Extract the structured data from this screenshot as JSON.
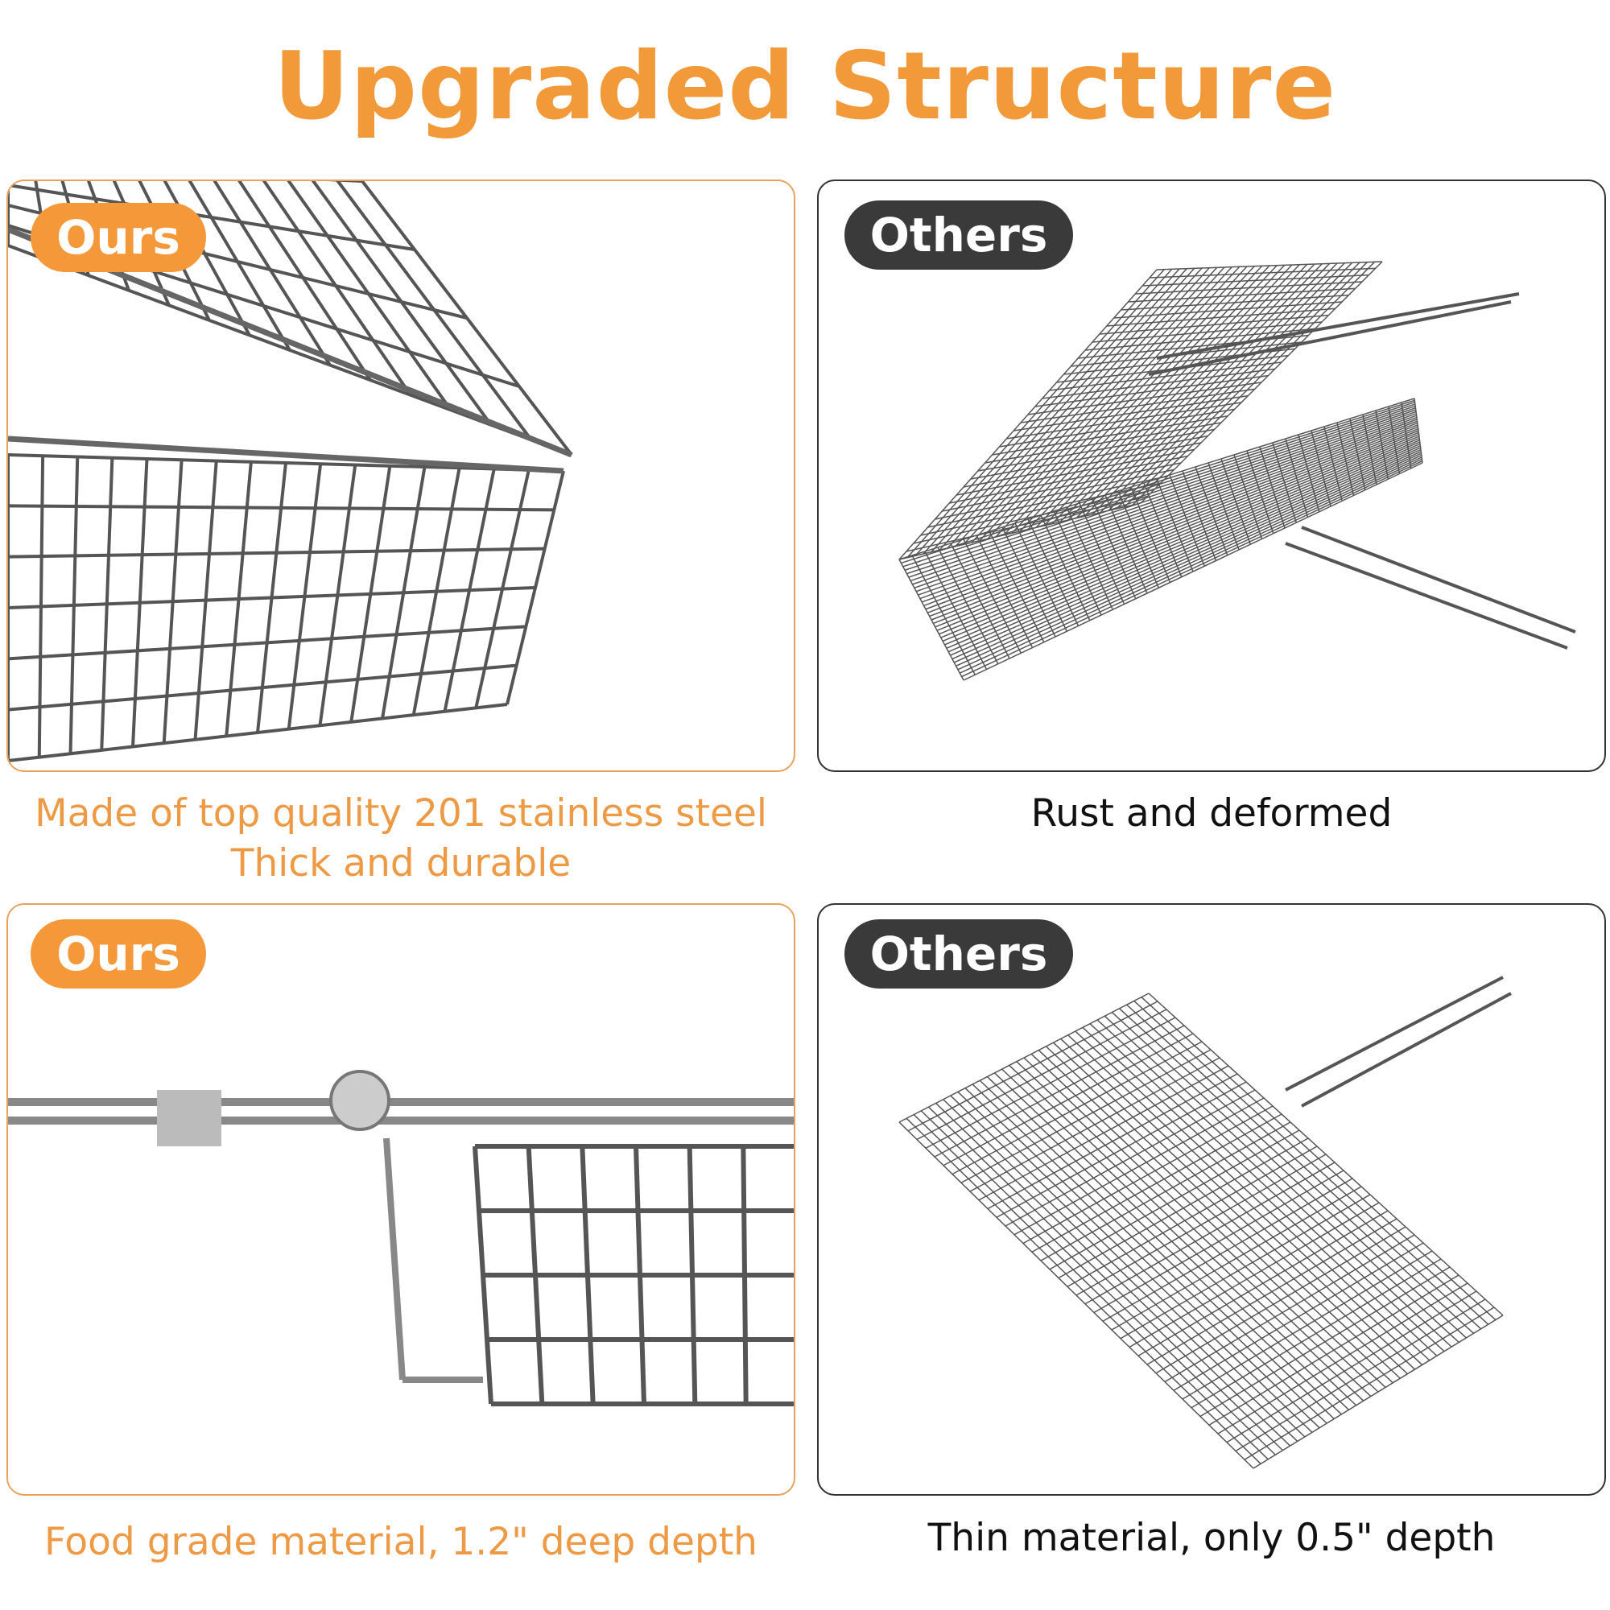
{
  "title": "Upgraded Structure",
  "panels": [
    {
      "badge": "Ours",
      "caption_lines": [
        "Made of top quality 201 stainless steel",
        "Thick and durable"
      ]
    },
    {
      "badge": "Others",
      "caption_lines": [
        "Rust and deformed"
      ]
    },
    {
      "badge": "Ours",
      "caption_lines": [
        "Food grade material, 1.2\" deep depth"
      ]
    },
    {
      "badge": "Others",
      "caption_lines": [
        "Thin material, only 0.5\" depth"
      ]
    }
  ],
  "colors": {
    "accent": "#F5983A",
    "dark": "#3a3a3a"
  }
}
